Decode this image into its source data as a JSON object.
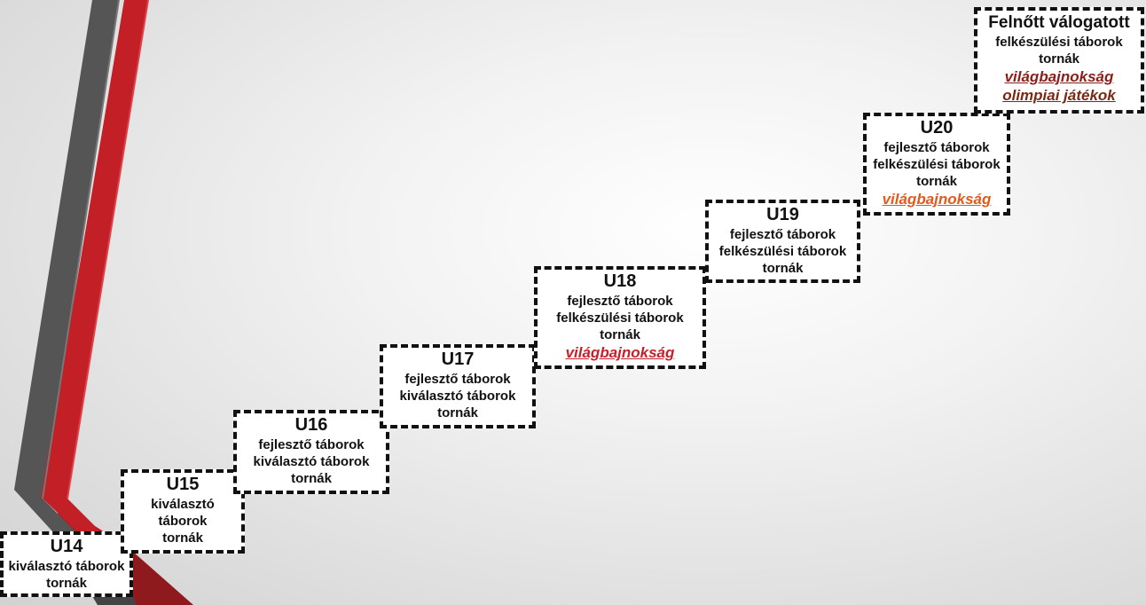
{
  "steps": [
    {
      "id": "u14",
      "title": "U14",
      "lines": [
        "kiválasztó táborok",
        "tornák"
      ],
      "highlights": []
    },
    {
      "id": "u15",
      "title": "U15",
      "lines": [
        "kiválasztó",
        "táborok",
        "tornák"
      ],
      "highlights": []
    },
    {
      "id": "u16",
      "title": "U16",
      "lines": [
        "fejlesztő táborok",
        "kiválasztó táborok",
        "tornák"
      ],
      "highlights": []
    },
    {
      "id": "u17",
      "title": "U17",
      "lines": [
        "fejlesztő táborok",
        "kiválasztó táborok",
        "tornák"
      ],
      "highlights": []
    },
    {
      "id": "u18",
      "title": "U18",
      "lines": [
        "fejlesztő táborok",
        "felkészülési táborok",
        "tornák"
      ],
      "highlights": [
        {
          "text": "világbajnokság",
          "color": "#c8202a"
        }
      ]
    },
    {
      "id": "u19",
      "title": "U19",
      "lines": [
        "fejlesztő táborok",
        "felkészülési táborok",
        "tornák"
      ],
      "highlights": []
    },
    {
      "id": "u20",
      "title": "U20",
      "lines": [
        "fejlesztő táborok",
        "felkészülési táborok",
        "tornák"
      ],
      "highlights": [
        {
          "text": "világbajnokság",
          "color": "#e05a1e"
        }
      ]
    },
    {
      "id": "adult",
      "title": "Felnőtt válogatott",
      "lines": [
        "felkészülési táborok",
        "tornák"
      ],
      "highlights": [
        {
          "text": "világbajnokság",
          "color": "#8a1e18"
        },
        {
          "text": "olimpiai játékok",
          "color": "#7a2a14"
        }
      ]
    }
  ],
  "colors": {
    "accent_red": "#c21f26",
    "accent_dark_red": "#8e1a1e",
    "stripe_gray": "#555555",
    "box_border": "#111111"
  }
}
